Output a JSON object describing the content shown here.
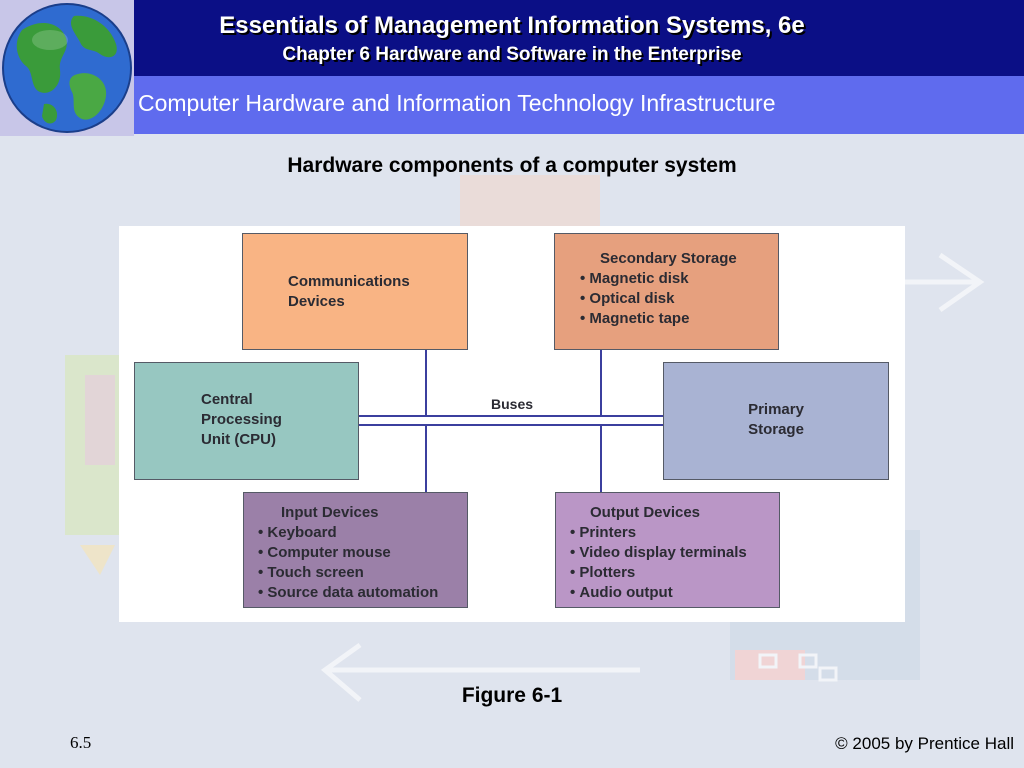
{
  "header": {
    "title": "Essentials of Management Information Systems, 6e",
    "chapter": "Chapter 6 Hardware and Software in the Enterprise"
  },
  "slide": {
    "section_title": "Computer Hardware and Information Technology Infrastructure",
    "figure_heading": "Hardware components of a computer system",
    "figure_label": "Figure 6-1",
    "slide_number": "6.5",
    "copyright": "© 2005 by Prentice Hall"
  },
  "diagram": {
    "communications": {
      "line1": "Communications",
      "line2": "Devices"
    },
    "secondary_storage": {
      "title": "Secondary Storage",
      "items": [
        "Magnetic disk",
        "Optical disk",
        "Magnetic tape"
      ]
    },
    "cpu": {
      "line1": "Central",
      "line2": "Processing",
      "line3": "Unit (CPU)"
    },
    "primary_storage": {
      "line1": "Primary",
      "line2": "Storage"
    },
    "input_devices": {
      "title": "Input Devices",
      "items": [
        "Keyboard",
        "Computer mouse",
        "Touch screen",
        "Source data automation"
      ]
    },
    "output_devices": {
      "title": "Output Devices",
      "items": [
        "Printers",
        "Video display terminals",
        "Plotters",
        "Audio output"
      ]
    },
    "bus_label": "Buses"
  },
  "colors": {
    "header_bg": "#0b0f86",
    "subbar_bg": "#5f6bee",
    "communications": "#f9b484",
    "secondary_storage": "#e6a07e",
    "cpu": "#97c7c1",
    "primary_storage": "#a9b3d3",
    "input_devices": "#9b80a8",
    "output_devices": "#ba96c6",
    "bus_line": "#3b3f9e"
  }
}
